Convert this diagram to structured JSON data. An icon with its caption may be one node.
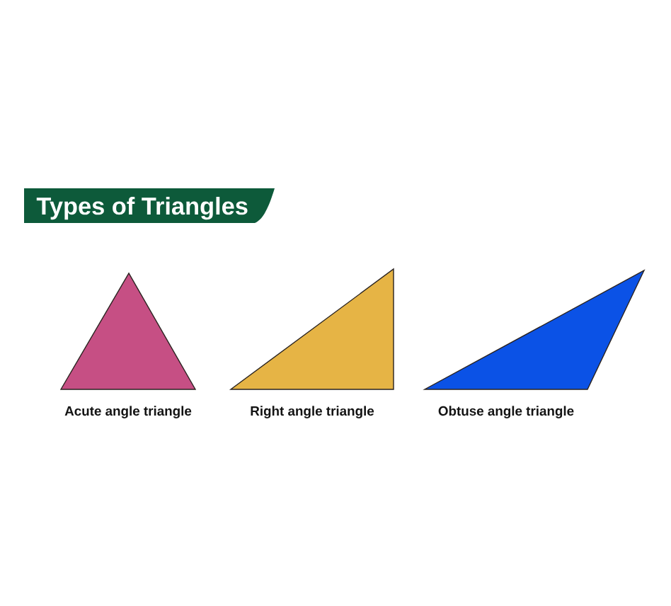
{
  "diagram": {
    "title": "Types of Triangles",
    "nodes": [
      {
        "text": [],
        "shape": "triangle",
        "beside": [
          "Acute angle triangle"
        ]
      },
      {
        "text": [],
        "shape": "triangle",
        "beside": [
          "Right angle triangle"
        ]
      },
      {
        "text": [],
        "shape": "triangle",
        "beside": [
          "Obtuse angle triangle"
        ]
      }
    ]
  }
}
